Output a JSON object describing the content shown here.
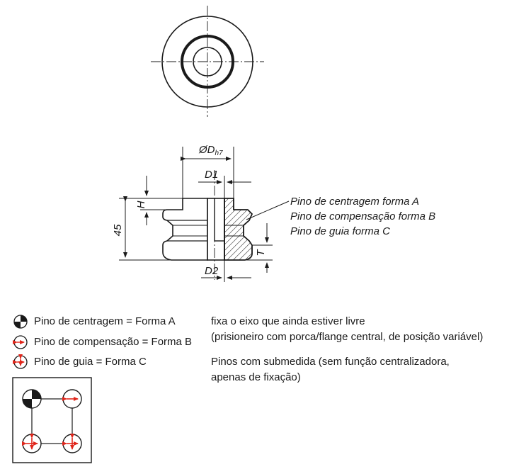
{
  "dimensions": {
    "diameter_main": "ØD",
    "diameter_main_sub": "h7",
    "d1": "D1",
    "d2": "D2",
    "h": "H",
    "t": "T",
    "height_45": "45"
  },
  "callout": {
    "line1": "Pino de centragem forma A",
    "line2": "Pino de compensação forma B",
    "line3": "Pino de guia forma C"
  },
  "legend": {
    "items": [
      {
        "label": "Pino de centragem = Forma A",
        "icon": "centering-pin-icon"
      },
      {
        "label": "Pino de compensação = Forma B",
        "icon": "compensating-pin-icon"
      },
      {
        "label": "Pino de guia = Forma C",
        "icon": "guide-pin-icon"
      }
    ],
    "description_a_line1": "fixa o eixo que ainda estiver livre",
    "description_a_line2": "(prisioneiro com porca/flange central, de posição variável)",
    "description_c_line1": "Pinos com submedida (sem função centralizadora,",
    "description_c_line2": "apenas de fixação)"
  },
  "colors": {
    "line": "#1a1a1a",
    "arrow_red": "#e0261b",
    "hatch": "#1a1a1a"
  }
}
